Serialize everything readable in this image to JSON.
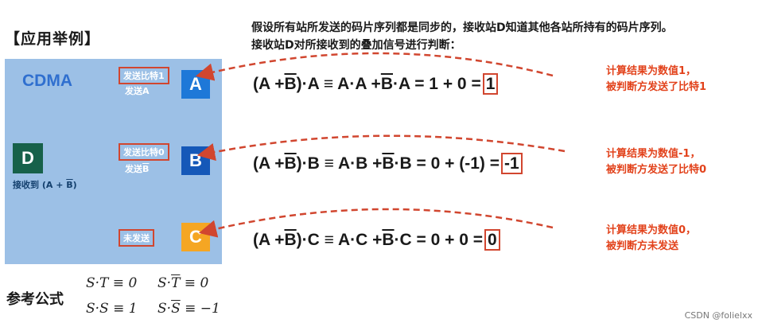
{
  "title": "【应用举例】",
  "intro": {
    "line1": "假设所有站所发送的码片序列都是同步的，接收站D知道其他各站所持有的码片序列。",
    "line2": "接收站D对所接收到的叠加信号进行判断："
  },
  "panel": {
    "label": "CDMA",
    "receiver": {
      "name": "D",
      "caption": "接收到 (A + ",
      "bar": "B",
      "close": ")"
    },
    "stations": [
      {
        "name": "A",
        "tag": "发送比特1",
        "sub": "发送A",
        "color": "#1e78d8"
      },
      {
        "name": "B",
        "tag": "发送比特0",
        "sub": "发送",
        "sub_bar": "B",
        "color": "#1558b8"
      },
      {
        "name": "C",
        "tag": "未发送",
        "color": "#f5a623"
      }
    ],
    "receiver_color": "#17614a"
  },
  "equations": [
    {
      "lead": "(A + ",
      "bar1": "B",
      "mid": ")·A ≡ A·A + ",
      "bar2": "B",
      "tail": "·A = 1 + 0 = ",
      "result": "1"
    },
    {
      "lead": "(A + ",
      "bar1": "B",
      "mid": ")·B ≡ A·B + ",
      "bar2": "B",
      "tail": "·B = 0 + (-1) = ",
      "result": "-1"
    },
    {
      "lead": "(A + ",
      "bar1": "B",
      "mid": ")·C ≡ A·C + ",
      "bar2": "B",
      "tail": "·C = 0 + 0 = ",
      "result": "0"
    }
  ],
  "notes": [
    {
      "line1": "计算结果为数值1，",
      "line2": "被判断方发送了比特1"
    },
    {
      "line1": "计算结果为数值-1，",
      "line2": "被判断方发送了比特0"
    },
    {
      "line1": "计算结果为数值0，",
      "line2": "被判断方未发送"
    }
  ],
  "reference": {
    "label": "参考公式",
    "f1": "S·T ≡ 0",
    "f2a": "S·",
    "f2b": "T",
    "f2c": " ≡ 0",
    "f3": "S·S ≡ 1",
    "f4a": "S·",
    "f4b": "S",
    "f4c": " ≡ −1"
  },
  "watermark": "CSDN @folielxx",
  "colors": {
    "accent_red": "#d1462f",
    "note_red": "#e2421b",
    "panel_blue": "#9cc0e6"
  }
}
